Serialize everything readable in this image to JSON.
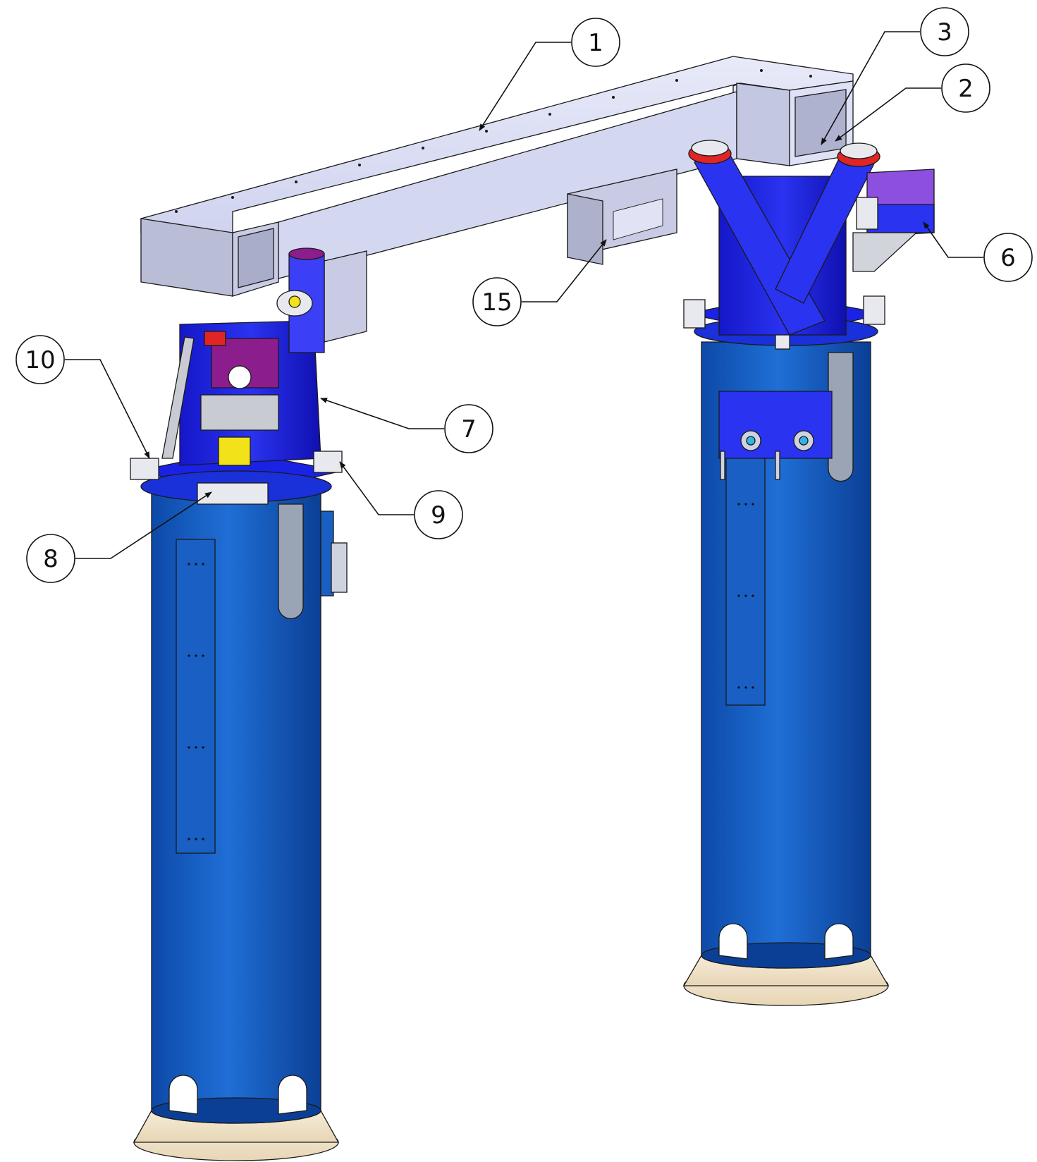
{
  "callouts": [
    {
      "id": "c1",
      "label": "1"
    },
    {
      "id": "c2",
      "label": "2"
    },
    {
      "id": "c3",
      "label": "3"
    },
    {
      "id": "c6",
      "label": "6"
    },
    {
      "id": "c7",
      "label": "7"
    },
    {
      "id": "c8",
      "label": "8"
    },
    {
      "id": "c9",
      "label": "9"
    },
    {
      "id": "c10",
      "label": "10"
    },
    {
      "id": "c15",
      "label": "15"
    }
  ],
  "colors": {
    "pillar": "#1f6fd6",
    "pillar_dark": "#0d49a8",
    "column_top": "#1a22e6",
    "beam": "#dcdff5",
    "beam_side": "#b9bdd6",
    "base": "#f3e6cf",
    "accent_red": "#e02525",
    "accent_purple": "#8c1d8c",
    "accent_yellow": "#f2e21a"
  }
}
